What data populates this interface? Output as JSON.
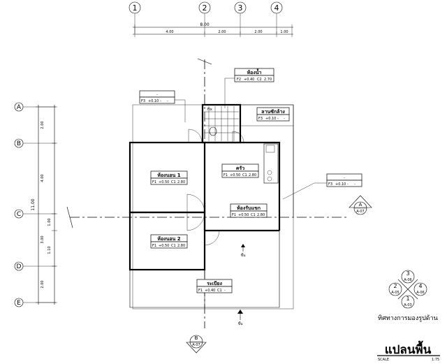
{
  "grid": {
    "columns": [
      "1",
      "2",
      "3",
      "4"
    ],
    "rows": [
      "A",
      "B",
      "C",
      "D",
      "E"
    ]
  },
  "dimensions": {
    "top_total": "8.00",
    "top_segments": [
      "4.00",
      "2.00",
      "2.00",
      "1.00"
    ],
    "left_total": "11.00",
    "left_segments": [
      "2.00",
      "4.00",
      "1.00",
      "3.00",
      "1.10",
      "2.00"
    ]
  },
  "rooms": [
    {
      "name": "ห้องน้ำ",
      "tags": [
        "F2",
        "+0.40",
        "C2",
        "2.70"
      ]
    },
    {
      "name": "ลานซักล้าง",
      "tags": [
        "F3",
        "+0.10",
        "-",
        "-"
      ]
    },
    {
      "name": "ห้องนอน 1",
      "tags": [
        "F1",
        "+0.50",
        "C1",
        "2.80"
      ]
    },
    {
      "name": "ครัว",
      "tags": [
        "F1",
        "+0.50",
        "C1",
        "2.80"
      ]
    },
    {
      "name": "ห้องรับแขก",
      "tags": [
        "F1",
        "+0.50",
        "C1",
        "2.80"
      ]
    },
    {
      "name": "ห้องนอน 2",
      "tags": [
        "F1",
        "+0.50",
        "C1",
        "2.80"
      ]
    },
    {
      "name": "ระเบียง",
      "tags": [
        "F1",
        "+0.40",
        "C1",
        "-"
      ]
    }
  ],
  "callouts": [
    {
      "name": "-",
      "tags": [
        "F3",
        "+0.10",
        "-",
        "-"
      ]
    },
    {
      "name": "-",
      "tags": [
        "F3",
        "+0.10",
        "-",
        "-"
      ]
    }
  ],
  "annotations": {
    "up_label": "ขึ้น",
    "fixture_label": "Fix",
    "section_a": {
      "letter": "A",
      "sheet": "A-07"
    },
    "section_b": {
      "letter": "B",
      "sheet": "A-07"
    }
  },
  "elevation_key": {
    "top": {
      "num": "3",
      "sheet": "A-06"
    },
    "left": {
      "num": "2",
      "sheet": "A-05"
    },
    "right": {
      "num": "4",
      "sheet": "A-06"
    },
    "bottom": {
      "num": "1",
      "sheet": "A-03"
    },
    "caption": "ทิศทางการมองรูปด้าน"
  },
  "title_block": {
    "title": "แปลนพื้น",
    "scale_label": "SCALE",
    "scale_value": "1:75"
  }
}
